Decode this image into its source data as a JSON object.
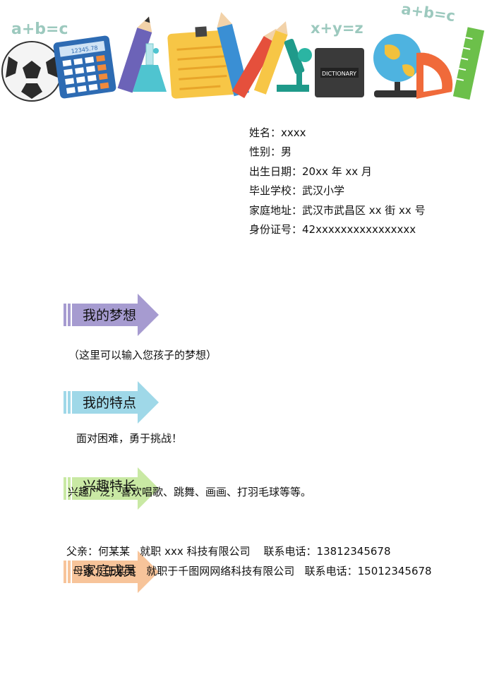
{
  "banner": {
    "formula_left": "a+b=c",
    "formula_mid": "x+y=z",
    "formula_right": "a+b=c",
    "calculator_display": "12345.78",
    "book_label": "DICTIONARY"
  },
  "profile": {
    "name": "姓名：xxxx",
    "gender": "性别：男",
    "birth": "出生日期：20xx 年 xx 月",
    "school": "毕业学校：武汉小学",
    "address": "家庭地址：武汉市武昌区 xx 街 xx 号",
    "id_number": "身份证号：42xxxxxxxxxxxxxxxx"
  },
  "sections": {
    "dream": {
      "title": "我的梦想",
      "body": "（这里可以输入您孩子的梦想）",
      "color": "#a69bd0"
    },
    "traits": {
      "title": "我的特点",
      "body": "面对困难，勇于挑战！",
      "color": "#9fd8e8"
    },
    "hobbies": {
      "title": "兴趣特长",
      "body": "兴趣广泛，喜欢唱歌、跳舞、画画、打羽毛球等等。",
      "color": "#c9e9a4"
    },
    "family": {
      "title": "家庭成员",
      "color": "#f7c49a",
      "father": "父亲：何某某   就职 xxx 科技有限公司    联系电话：13812345678",
      "mother": "母亲：王某某   就职于千图网网络科技有限公司   联系电话：15012345678"
    }
  }
}
